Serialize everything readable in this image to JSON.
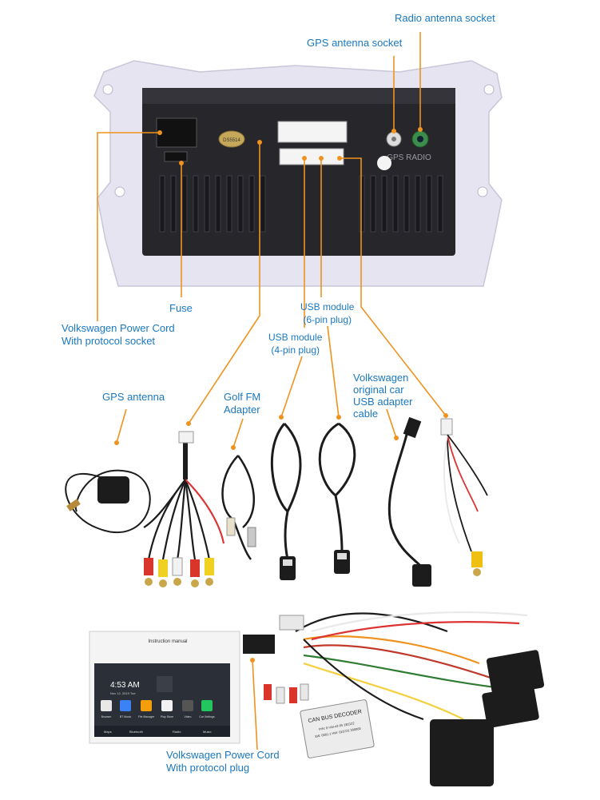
{
  "colors": {
    "label_blue": "#1a78c2",
    "leader_orange": "#f0921e",
    "unit_body": "#26262b",
    "bracket": "#e6e4f0",
    "cable": "#1c1c1c"
  },
  "labels": {
    "radio_antenna_socket": "Radio antenna socket",
    "gps_antenna_socket": "GPS antenna socket",
    "fuse": "Fuse",
    "power_cord_socket_l1": "Volkswagen Power Cord",
    "power_cord_socket_l2": "With protocol socket",
    "usb6_l1": "USB module",
    "usb6_l2": "(6-pin plug)",
    "usb4_l1": "USB module",
    "usb4_l2": "(4-pin plug)",
    "gps_antenna": "GPS antenna",
    "golf_fm_l1": "Golf FM",
    "golf_fm_l2": "Adapter",
    "vw_usb_l1": "Volkswagen",
    "vw_usb_l2": "original car",
    "vw_usb_l3": "USB adapter",
    "vw_usb_l4": "cable",
    "power_cord_plug_l1": "Volkswagen Power Cord",
    "power_cord_plug_l2": "With protocol plug"
  },
  "unit": {
    "panel_text": "GPS RADIO",
    "sticker_text": "DS5514"
  },
  "manual": {
    "title": "Instruction manual",
    "time": "4:53 AM",
    "date": "Nov 12, 2019  Tue",
    "apps": [
      "Browser",
      "BT Music",
      "File Manager",
      "Play Store",
      "Video",
      "Car Settings"
    ],
    "dock": [
      "Maps",
      "Bluetooth",
      "Radio",
      "Music"
    ]
  },
  "decoder": {
    "title": "CAN BUS DECODER",
    "line1": "P/N: 0-VW-42-05   1B1122",
    "line2": "SW: 0001.1  HW: 010722  200000"
  }
}
